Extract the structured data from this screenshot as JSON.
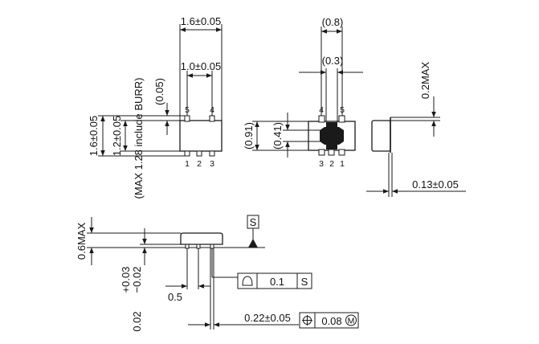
{
  "top_view": {
    "width_label": "1.6±0.05",
    "pin_span_label": "1.0±0.05",
    "lead_label": "(0.05)",
    "height_label": "1.6±0.05",
    "body_label": "1.2±0.05",
    "burr_label": "(MAX 1.28 include BURR)",
    "pins_top": [
      "5",
      "4"
    ],
    "pins_bottom": [
      "1",
      "2",
      "3"
    ]
  },
  "bottom_view": {
    "pitch_label": "(0.8)",
    "gap_label": "(0.3)",
    "pad_height_label": "(0.91)",
    "pad_width_label": "(0.41)",
    "pins_top": [
      "4",
      "5"
    ],
    "pins_bottom": [
      "3",
      "2",
      "1"
    ]
  },
  "side_view": {
    "max_label": "0.2MAX",
    "lead_thickness_label": "0.13±0.05"
  },
  "front_view": {
    "height_label": "0.6MAX",
    "standoff_label_line1": "+0.03",
    "standoff_label_line2": "−0.02",
    "standoff_label_base": "0.02",
    "pitch_label": "0.5",
    "datum_label": "S",
    "flatness_label": "0.1",
    "flatness_datum": "S",
    "lead_width_label": "0.22±0.05",
    "position_label": "0.08",
    "position_modifier": "M"
  }
}
